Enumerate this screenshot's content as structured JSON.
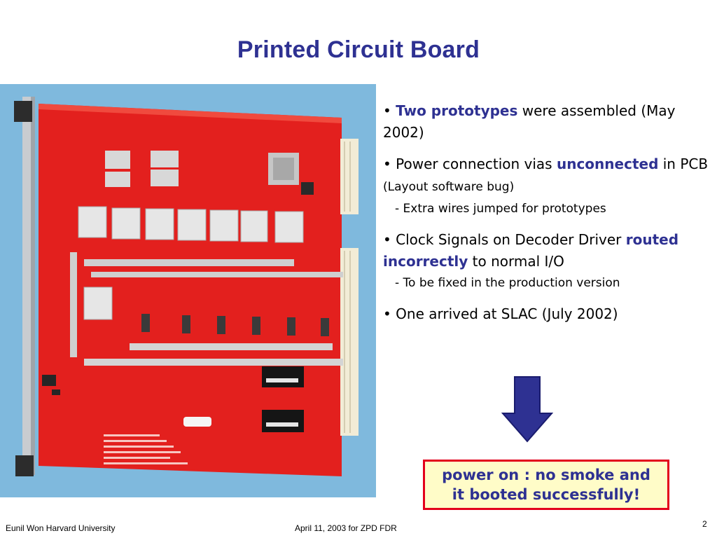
{
  "slide": {
    "title": "Printed Circuit Board",
    "bullets": [
      {
        "bullet": "•",
        "highlight": "Two prototypes",
        "rest": " were assembled (May 2002)"
      },
      {
        "bullet": "•",
        "lead": "Power connection vias ",
        "highlight": "unconnected",
        "rest": " in PCB ",
        "note": "(Layout software bug)",
        "sub": "- Extra wires jumped for prototypes"
      },
      {
        "bullet": "•",
        "lead": "Clock Signals on Decoder Driver ",
        "highlight": "routed incorrectly",
        "rest": " to normal I/O",
        "sub": "- To be fixed in the production version"
      },
      {
        "bullet": "•",
        "lead": "One arrived at SLAC  (July 2002)"
      }
    ],
    "callout": {
      "line1": "power on : no smoke and",
      "line2": "it booted successfully!"
    },
    "footer": {
      "author": "Eunil Won  Harvard University",
      "date": "April 11, 2003 for ZPD FDR",
      "page": "2"
    }
  },
  "colors": {
    "title": "#2e3192",
    "highlight": "#2e3192",
    "board": "#e3201e",
    "photo_background": "#7fb9dd",
    "callout_border": "#e3001b",
    "callout_fill": "#fffcc8",
    "arrow": "#2e3192"
  },
  "icons": {
    "arrow": "down-arrow-icon"
  }
}
